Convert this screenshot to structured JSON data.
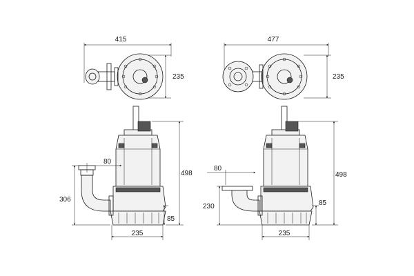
{
  "drawing": {
    "left_variant": {
      "top_view": {
        "width_label": "415",
        "depth_label": "235"
      },
      "side_view": {
        "height_label": "498",
        "outlet_offset_label": "80",
        "outlet_height_label": "306",
        "foot_height_label": "85",
        "base_width_label": "235"
      }
    },
    "right_variant": {
      "top_view": {
        "width_label": "477",
        "depth_label": "235"
      },
      "side_view": {
        "height_label": "498",
        "outlet_offset_label": "80",
        "outlet_height_label": "230",
        "foot_height_label": "85",
        "base_width_label": "235"
      }
    }
  }
}
